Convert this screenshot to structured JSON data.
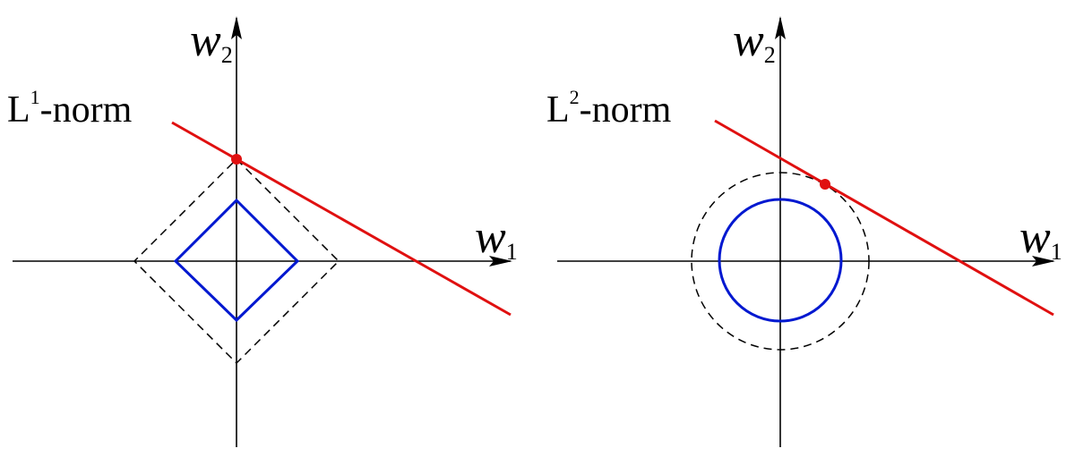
{
  "colors": {
    "axis": "#000000",
    "constraint_solid": "#0018d0",
    "constraint_dashed": "#000000",
    "loss_line": "#e01010",
    "tangent_point": "#e01010"
  },
  "panels": [
    {
      "title_base": "L",
      "title_sup": "1",
      "title_rest": "-norm",
      "axis_x_name": "w",
      "axis_x_sub": "1",
      "axis_y_name": "w",
      "axis_y_sub": "2",
      "constraint_shape": "diamond"
    },
    {
      "title_base": "L",
      "title_sup": "2",
      "title_rest": "-norm",
      "axis_x_name": "w",
      "axis_x_sub": "1",
      "axis_y_name": "w",
      "axis_y_sub": "2",
      "constraint_shape": "circle"
    }
  ]
}
